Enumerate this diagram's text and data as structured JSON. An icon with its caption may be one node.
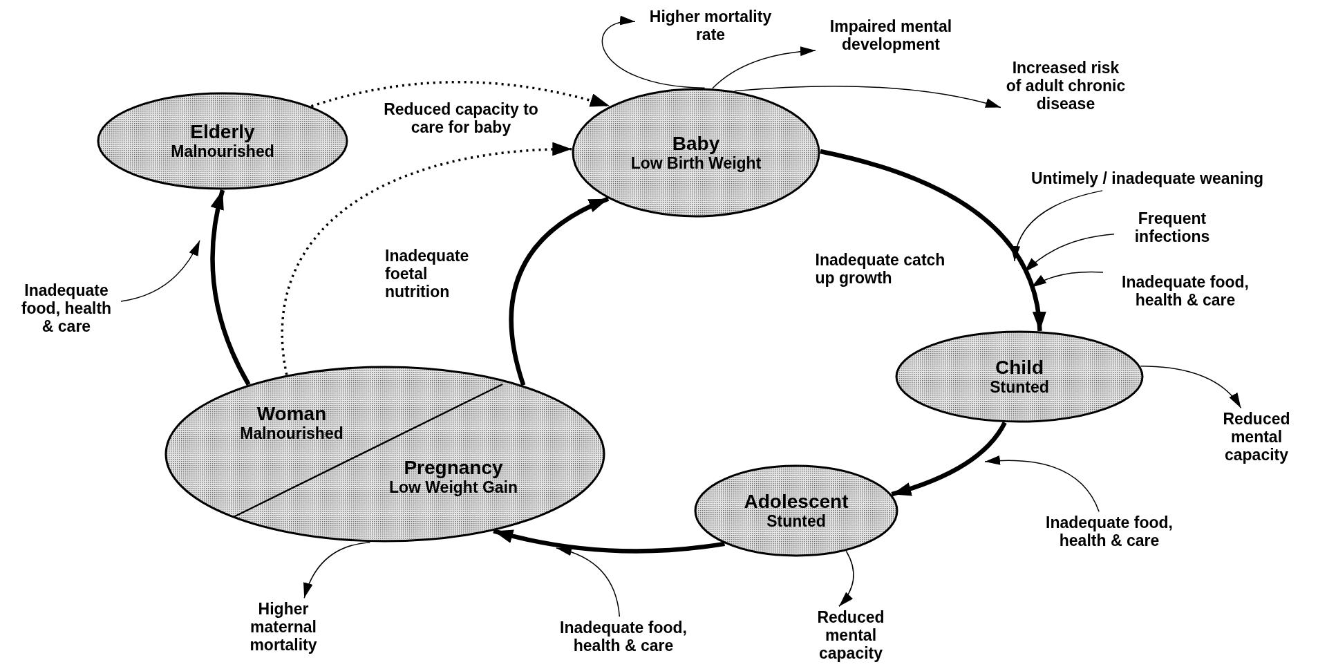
{
  "diagram": {
    "nodes": [
      {
        "text": [
          "Higher mortality rate"
        ]
      },
      {
        "text": [
          "Impaired mental development"
        ]
      },
      {
        "text": [
          "Increased risk of adult chronic disease"
        ]
      },
      {
        "text": [
          "Elderly",
          "Malnourished"
        ]
      },
      {
        "text": [
          "Baby",
          "Low Birth Weight"
        ]
      },
      {
        "text": [
          "Untimely / inadequate weaning"
        ]
      },
      {
        "text": [
          "Frequent infections"
        ]
      },
      {
        "text": [
          "Inadequate food, health & care"
        ]
      },
      {
        "text": [
          "Inadequate food, health & care"
        ]
      },
      {
        "text": [
          "Child",
          "Stunted"
        ]
      },
      {
        "text": [
          "Reduced mental capacity"
        ]
      },
      {
        "text": [
          "Woman",
          "Malnourished",
          "Pregnancy",
          "Low Weight Gain"
        ]
      },
      {
        "text": [
          "Adolescent",
          "Stunted"
        ]
      },
      {
        "text": [
          "Inadequate food, health & care"
        ]
      },
      {
        "text": [
          "Higher maternal mortality"
        ]
      },
      {
        "text": [
          "Inadequate food, health & care"
        ]
      },
      {
        "text": [
          "Reduced mental capacity"
        ]
      }
    ],
    "edges": [
      {
        "from": 3,
        "to": 4,
        "arrow": "to",
        "style": "dashed",
        "label": "Reduced capacity to care for baby"
      },
      {
        "from": 11,
        "to": 4,
        "arrow": "to",
        "style": "dashed"
      },
      {
        "from": 11,
        "to": 3,
        "arrow": "to",
        "style": "thick"
      },
      {
        "from": 11,
        "to": 4,
        "arrow": "to",
        "style": "thick",
        "label": "Inadequate foetal nutrition"
      },
      {
        "from": 4,
        "to": 9,
        "arrow": "to",
        "style": "thick",
        "label": "Inadequate catch up growth"
      },
      {
        "from": 9,
        "to": 12,
        "arrow": "to",
        "style": "thick"
      },
      {
        "from": 12,
        "to": 11,
        "arrow": "to",
        "style": "thick"
      },
      {
        "from": 4,
        "to": 0,
        "arrow": "to"
      },
      {
        "from": 4,
        "to": 1,
        "arrow": "to"
      },
      {
        "from": 4,
        "to": 2,
        "arrow": "to"
      },
      {
        "from": 5,
        "to": null,
        "arrow": "to"
      },
      {
        "from": 6,
        "to": null,
        "arrow": "to"
      },
      {
        "from": 7,
        "to": null,
        "arrow": "to"
      },
      {
        "from": 9,
        "to": 10,
        "arrow": "to"
      },
      {
        "from": 13,
        "to": null,
        "arrow": "to"
      },
      {
        "from": 12,
        "to": 16,
        "arrow": "to"
      },
      {
        "from": 15,
        "to": null,
        "arrow": "to"
      },
      {
        "from": 11,
        "to": 14,
        "arrow": "to"
      },
      {
        "from": 8,
        "to": null,
        "arrow": "to"
      }
    ]
  }
}
